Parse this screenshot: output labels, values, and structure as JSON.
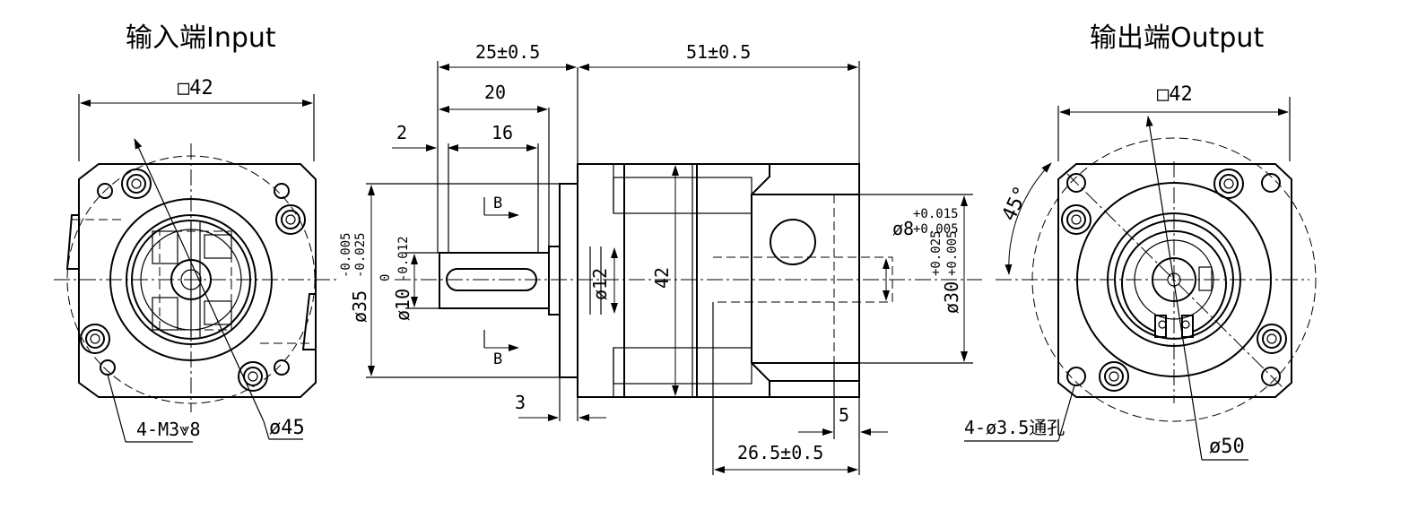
{
  "titles": {
    "input": "输入端Input",
    "output": "输出端Output"
  },
  "input_view": {
    "square": "□42",
    "pcd": "ø45",
    "holes": "4-M3⩔8"
  },
  "side_view": {
    "dim_25": "25±0.5",
    "dim_51": "51±0.5",
    "dim_20": "20",
    "dim_16": "16",
    "dim_2": "2",
    "dim_3": "3",
    "dim_5": "5",
    "dim_26_5": "26.5±0.5",
    "dim_42": "42",
    "dim_12": "ø12",
    "shaft_out_main": "ø8",
    "shaft_out_tol_up": "+0.015",
    "shaft_out_tol_dn": "+0.005",
    "pilot_out_main": "ø30",
    "pilot_out_tol_up": "+0.025",
    "pilot_out_tol_dn": "+0.005",
    "pilot_in_main": "ø35",
    "pilot_in_tol_up": "-0.005",
    "pilot_in_tol_dn": "-0.025",
    "shaft_in_main": "ø10",
    "shaft_in_tol_up": "0",
    "shaft_in_tol_dn": "-0.012",
    "section_mark": "B"
  },
  "output_view": {
    "square": "□42",
    "angle": "45°",
    "holes": "4-ø3.5通孔",
    "pcd": "ø50"
  }
}
